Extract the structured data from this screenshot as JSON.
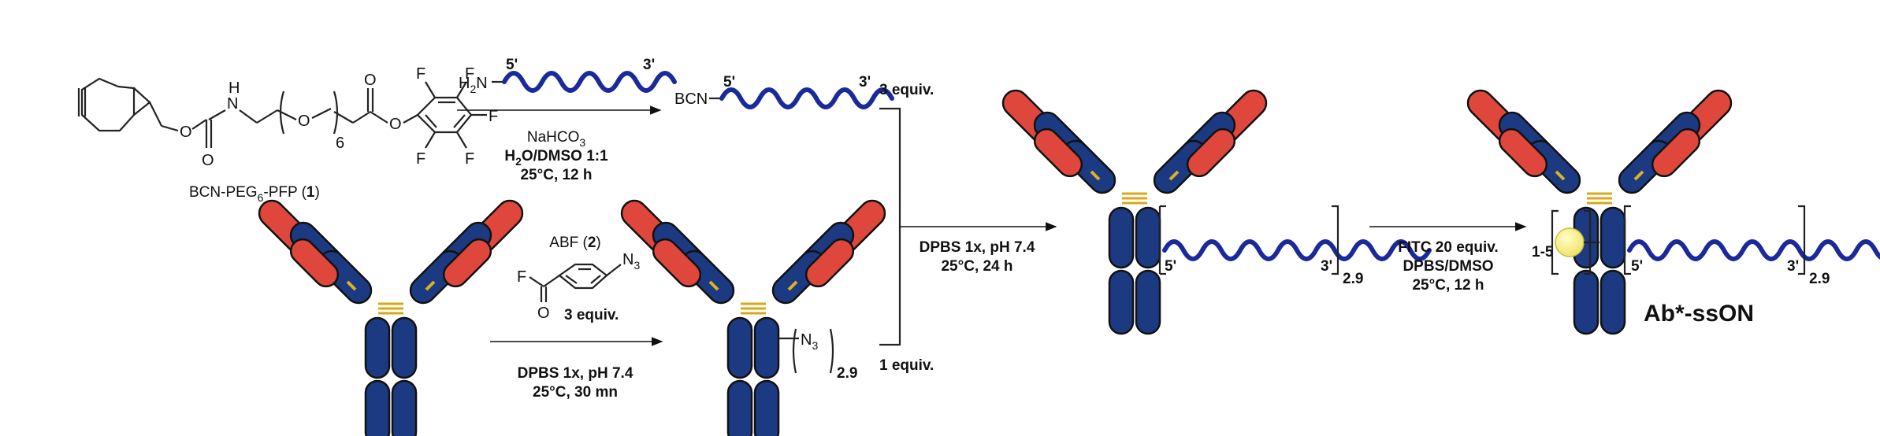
{
  "compound1": {
    "name": "BCN-PEG",
    "name_sub": "6",
    "name_suffix": "-PFP (",
    "name_num": "1",
    "name_close": ")",
    "peg_n": "6",
    "atom_O": "O",
    "atom_N": "N",
    "atom_H": "H",
    "atom_F": "F"
  },
  "step1": {
    "amine_H": "H",
    "amine_sub": "2",
    "amine_N": "N",
    "prime5": "5'",
    "prime3": "3'",
    "reagent": "NaHCO",
    "reagent_sub": "3",
    "solvent_a": "H",
    "solvent_sub": "2",
    "solvent_b": "O/DMSO 1:1",
    "temp_time": "25°C, 12 h"
  },
  "bcn_oligo": {
    "prefix": "BCN",
    "prime5": "5'",
    "prime3": "3'",
    "equiv": "3 equiv."
  },
  "step2": {
    "reagent": "ABF (",
    "reagent_num": "2",
    "reagent_close": ")",
    "azide": "N",
    "azide_sub": "3",
    "atom_F": "F",
    "atom_O": "O",
    "equiv": "3 equiv.",
    "buffer": "DPBS 1x, pH 7.4",
    "temp_time": "25°C, 30 mn"
  },
  "ab_azide": {
    "group": "N",
    "group_sub": "3",
    "dar": "2.9",
    "equiv": "1 equiv."
  },
  "step3": {
    "buffer": "DPBS 1x, pH 7.4",
    "temp_time": "25°C, 24 h"
  },
  "conjugate": {
    "prime5": "5'",
    "prime3": "3'",
    "dar": "2.9"
  },
  "step4": {
    "reagent": "FITC 20 equiv.",
    "solvent": "DPBS/DMSO",
    "temp_time": "25°C, 12 h"
  },
  "final": {
    "fitc_range": "1-5",
    "prime5": "5'",
    "prime3": "3'",
    "dar": "2.9",
    "title": "Ab*-ssON"
  }
}
